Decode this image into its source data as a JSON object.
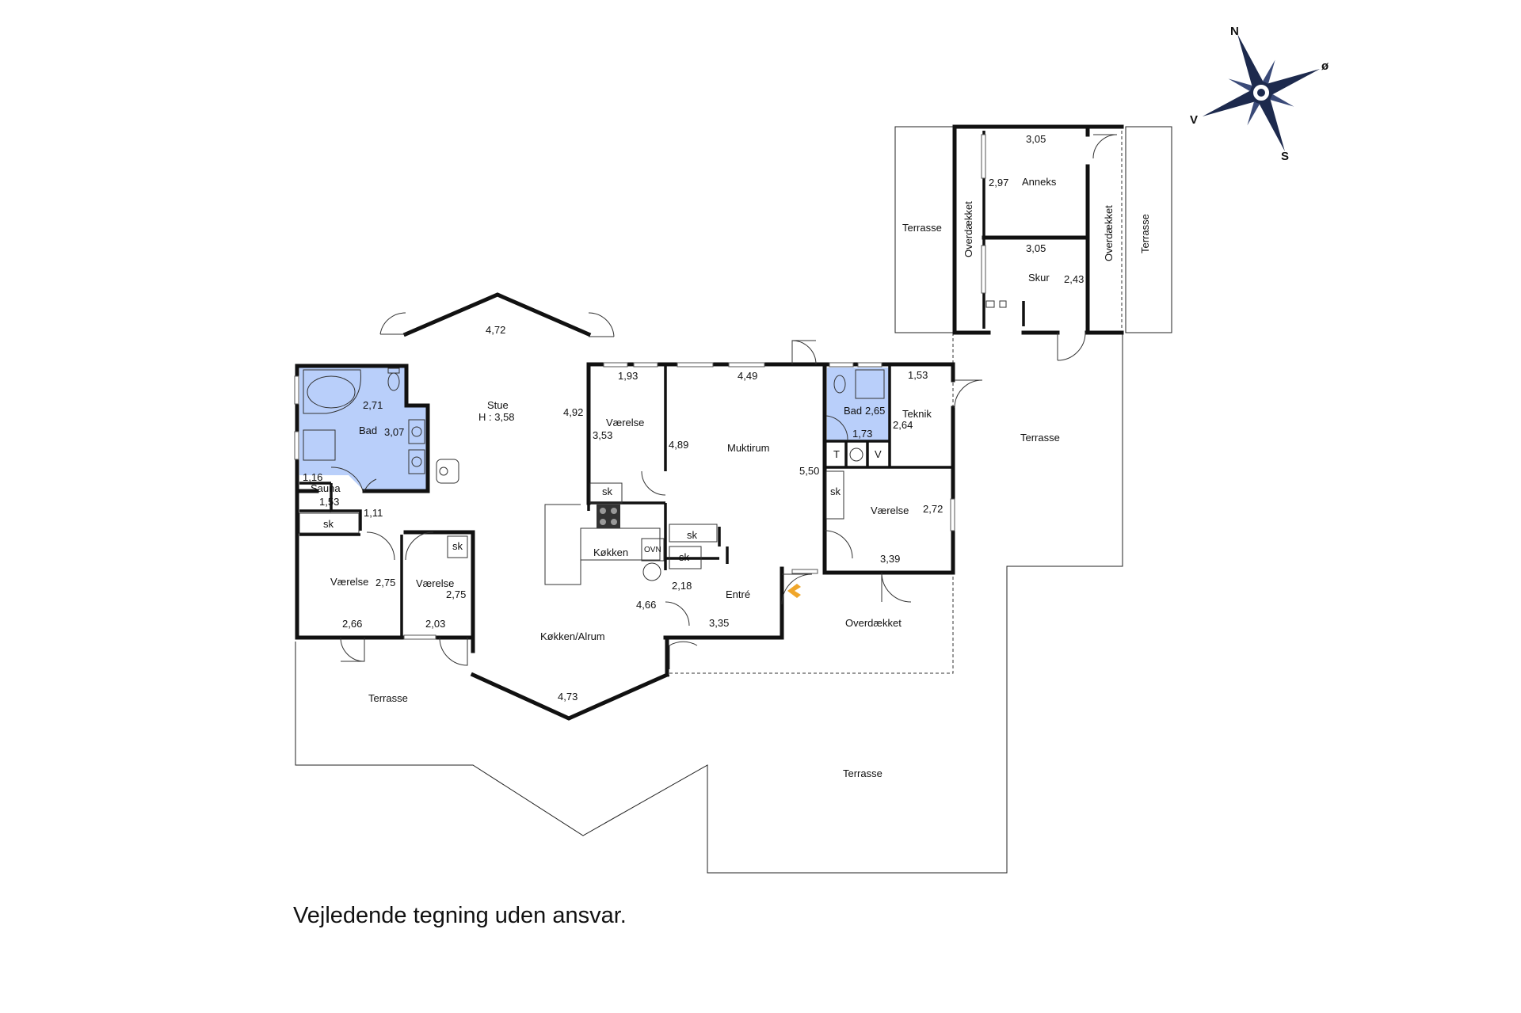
{
  "disclaimer": "Vejledende tegning uden ansvar.",
  "compass": {
    "n": "N",
    "e": "ø",
    "s": "S",
    "w": "V"
  },
  "rooms": {
    "stue": "Stue",
    "stue_height": "H : 3,58",
    "bad_main": "Bad",
    "sauna": "Sauna",
    "vaerelse_a": "Værelse",
    "vaerelse_b": "Værelse",
    "vaerelse_c": "Værelse",
    "vaerelse_d": "Værelse",
    "muktirum": "Muktirum",
    "koekken": "Køkken",
    "koekken_alrum": "Køkken/Alrum",
    "entre": "Entré",
    "bad_small": "Bad",
    "teknik": "Teknik",
    "overdaekket_front": "Overdækket",
    "anneks": "Anneks",
    "skur": "Skur",
    "overdaekket_left": "Overdækket",
    "overdaekket_right": "Overdækket",
    "terrasse_annex_left": "Terrasse",
    "terrasse_annex_right": "Terrasse",
    "terrasse_east": "Terrasse",
    "terrasse_west": "Terrasse",
    "terrasse_south": "Terrasse"
  },
  "fixtures": {
    "sk": "sk",
    "ovn": "OVN",
    "toilet": "T",
    "washer": "V"
  },
  "dimensions": {
    "stue_top": "4,72",
    "stue_right": "4,92",
    "alrum_bottom": "4,73",
    "alrum_right": "4,66",
    "bad_top": "2,71",
    "bad_right": "3,07",
    "sauna_w": "1,16",
    "sauna_h": "1,53",
    "hall": "1,11",
    "vaer_a_right": "2,75",
    "vaer_a_bottom": "2,66",
    "vaer_b_right": "2,75",
    "vaer_b_bottom": "2,03",
    "vaer_c_top": "1,93",
    "vaer_c_left": "3,53",
    "muk_top": "4,49",
    "muk_left": "4,89",
    "muk_right": "5,50",
    "entre_left": "2,18",
    "entre_bottom": "3,35",
    "bad_small_right": "2,65",
    "bad_small_bottom": "1,73",
    "teknik_top": "1,53",
    "teknik_left": "2,64",
    "vaer_d_right": "2,72",
    "vaer_d_bottom": "3,39",
    "anneks_top": "3,05",
    "anneks_left": "2,97",
    "skur_top": "3,05",
    "skur_right": "2,43"
  }
}
